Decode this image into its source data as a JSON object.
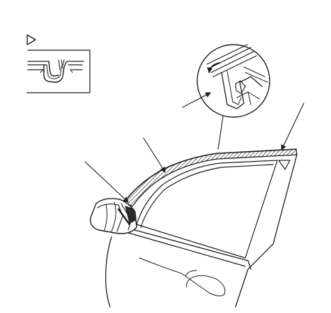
{
  "diagram": {
    "legend_symbol": "triangle-pointer-icon",
    "stroke_color": "#1a1a1a",
    "fill_color": "#ffffff",
    "tape_color": "#2a2a2a",
    "parts": [
      "clip-detail-inset",
      "magnified-clip-callout",
      "door-frame-molding",
      "window-glass-edge",
      "door-panel",
      "mirror-cover-tape",
      "leader-arrows"
    ]
  }
}
